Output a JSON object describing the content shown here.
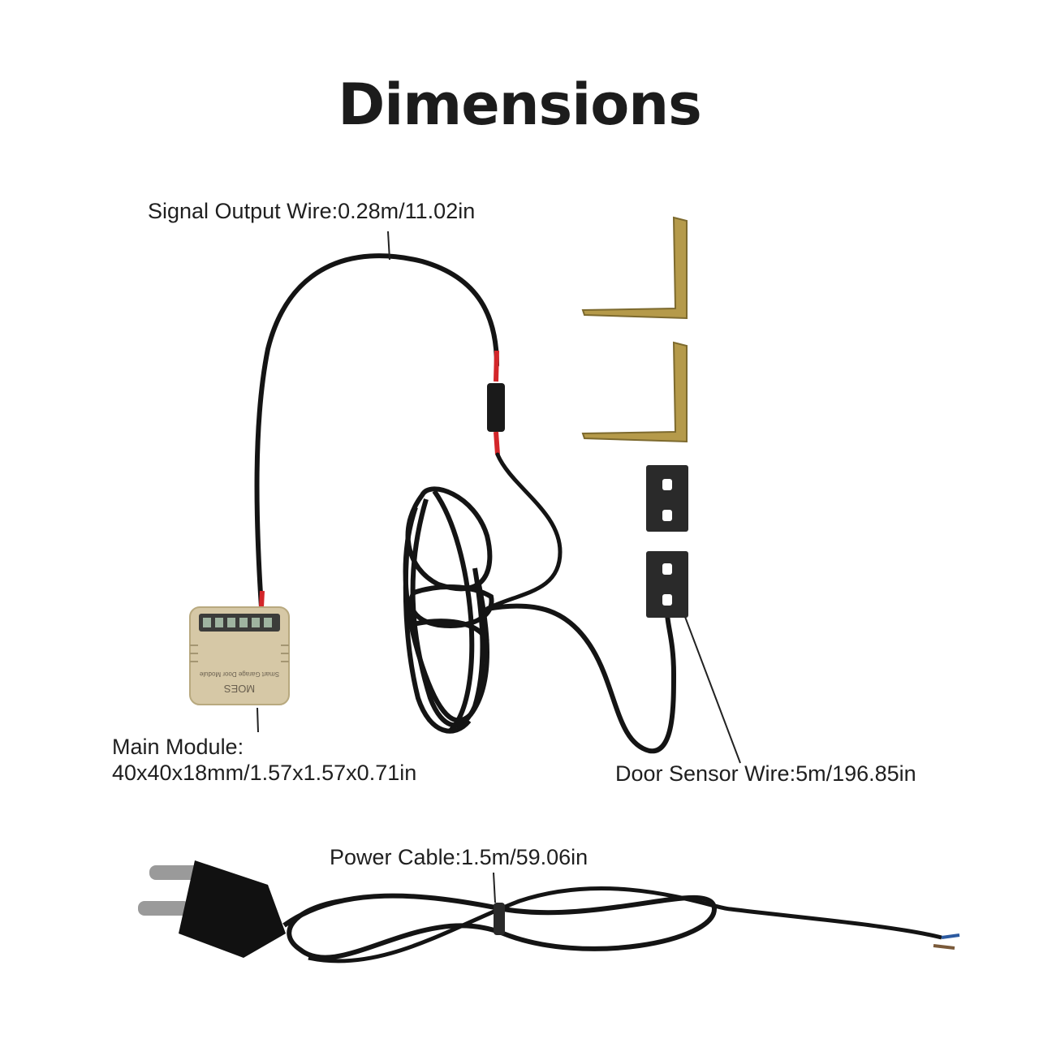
{
  "title": "Dimensions",
  "labels": {
    "signal_output_wire": "Signal Output Wire:0.28m/11.02in",
    "main_module_line1": "Main Module:",
    "main_module_line2": "40x40x18mm/1.57x1.57x0.71in",
    "door_sensor_wire": "Door Sensor Wire:5m/196.85in",
    "power_cable": "Power Cable:1.5m/59.06in"
  },
  "module_text": {
    "brand": "MOES",
    "name": "Smart Garage Door Module"
  },
  "colors": {
    "cable": "#141414",
    "wire_red": "#d3262a",
    "bracket": "#b59a4a",
    "module_body": "#d6c8a6",
    "sensor": "#2a2a2a"
  }
}
